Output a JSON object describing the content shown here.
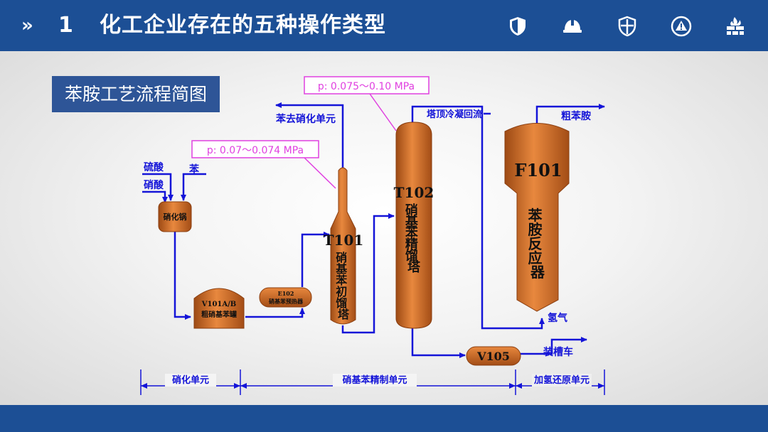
{
  "header": {
    "chevron": "»",
    "number": "1",
    "title": "化工企业存在的五种操作类型",
    "icons": [
      "shield-icon",
      "safety-helmet-icon",
      "shield-cross-icon",
      "warning-icon",
      "fire-wall-icon"
    ]
  },
  "diagram": {
    "title_box": "苯胺工艺流程简图",
    "pressure_1": "p: 0.075～0.10 MPa",
    "pressure_2": "p: 0.07～0.074 MPa",
    "inputs": {
      "sulfuric_acid": "硫酸",
      "nitric_acid": "硝酸",
      "benzene": "苯"
    },
    "nitrator": "硝化锅",
    "v101_id": "V101A/B",
    "v101_name": "粗硝基苯罐",
    "e102_id": "E102",
    "e102_name": "硝基苯预热器",
    "t101_id": "T101",
    "t101_name": "硝基苯初馏塔",
    "t102_id": "T102",
    "t102_name": "硝基苯精馏塔",
    "f101_id": "F101",
    "f101_name": "苯胺反应器",
    "v105_id": "V105",
    "benzene_to_nitration": "苯去硝化单元",
    "top_reflux": "塔顶冷凝回流",
    "crude_aniline": "粗苯胺",
    "hydrogen": "氢气",
    "loading_truck": "装槽车",
    "units": {
      "nitration": "硝化单元",
      "refining": "硝基苯精制单元",
      "hydrogenation": "加氢还原单元"
    }
  },
  "colors": {
    "header_bg": "#1c4f95",
    "title_box_bg": "#2e5597",
    "vessel_orange": "#d8712c",
    "line_blue": "#1414d8",
    "pressure_magenta": "#e040e0"
  }
}
